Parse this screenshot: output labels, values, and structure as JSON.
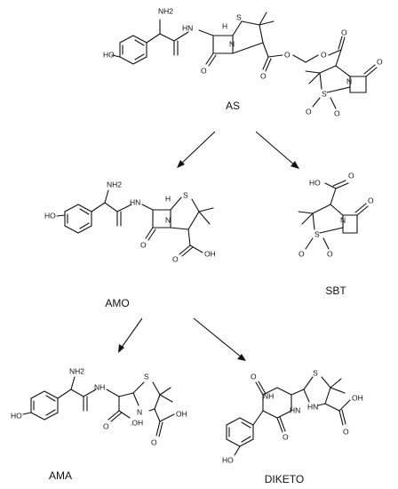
{
  "compounds": {
    "as": "AS",
    "amo": "AMO",
    "sbt": "SBT",
    "ama": "AMA",
    "diketo": "DIKETO"
  },
  "atoms": {
    "nh2": "NH2",
    "h": "H",
    "s": "S",
    "n": "N",
    "nh": "NH",
    "hn": "HN",
    "o": "O",
    "ho": "HO",
    "oh": "OH",
    "oh_dot": ".OH"
  },
  "arrows": [
    {
      "from": "AS",
      "to": "AMO"
    },
    {
      "from": "AS",
      "to": "SBT"
    },
    {
      "from": "AMO",
      "to": "AMA"
    },
    {
      "from": "AMO",
      "to": "DIKETO"
    }
  ]
}
